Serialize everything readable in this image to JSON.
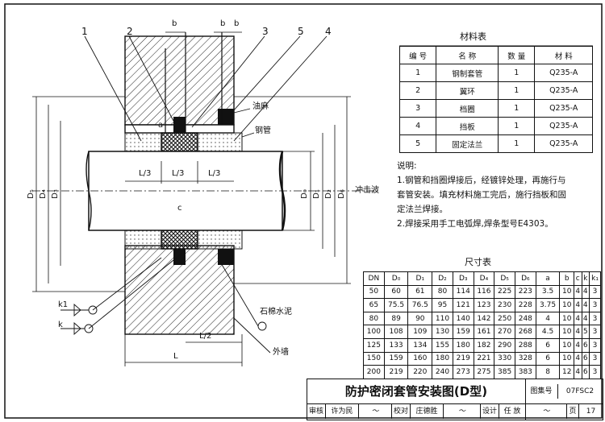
{
  "materials": {
    "title": "材料表",
    "headers": [
      "编 号",
      "名 称",
      "数 量",
      "材 料"
    ],
    "rows": [
      [
        "1",
        "钢制套管",
        "1",
        "Q235-A"
      ],
      [
        "2",
        "翼环",
        "1",
        "Q235-A"
      ],
      [
        "3",
        "档圈",
        "1",
        "Q235-A"
      ],
      [
        "4",
        "挡板",
        "1",
        "Q235-A"
      ],
      [
        "5",
        "固定法兰",
        "1",
        "Q235-A"
      ]
    ]
  },
  "notes": {
    "title": "说明:",
    "lines": [
      "1.钢管和挡圈焊接后，经镀锌处理，再施行与",
      "套管安装。填充材料施工完后，施行挡板和固",
      "定法兰焊接。",
      "2.焊接采用手工电弧焊,焊条型号E4303。"
    ]
  },
  "dimensions": {
    "title": "尺寸表",
    "headers": [
      "DN",
      "D₀",
      "D₁",
      "D₂",
      "D₃",
      "D₄",
      "D₅",
      "D₆",
      "a",
      "b",
      "c",
      "k",
      "k₁"
    ],
    "rows": [
      [
        "50",
        "60",
        "61",
        "80",
        "114",
        "116",
        "225",
        "223",
        "3.5",
        "10",
        "4",
        "4",
        "3"
      ],
      [
        "65",
        "75.5",
        "76.5",
        "95",
        "121",
        "123",
        "230",
        "228",
        "3.75",
        "10",
        "4",
        "4",
        "3"
      ],
      [
        "80",
        "89",
        "90",
        "110",
        "140",
        "142",
        "250",
        "248",
        "4",
        "10",
        "4",
        "4",
        "3"
      ],
      [
        "100",
        "108",
        "109",
        "130",
        "159",
        "161",
        "270",
        "268",
        "4.5",
        "10",
        "4",
        "5",
        "3"
      ],
      [
        "125",
        "133",
        "134",
        "155",
        "180",
        "182",
        "290",
        "288",
        "6",
        "10",
        "4",
        "6",
        "3"
      ],
      [
        "150",
        "159",
        "160",
        "180",
        "219",
        "221",
        "330",
        "328",
        "6",
        "10",
        "4",
        "6",
        "3"
      ],
      [
        "200",
        "219",
        "220",
        "240",
        "273",
        "275",
        "385",
        "383",
        "8",
        "12",
        "4",
        "6",
        "3"
      ]
    ]
  },
  "drawing": {
    "callouts": [
      "1",
      "2",
      "3",
      "5",
      "4"
    ],
    "labels": {
      "grease": "油麻",
      "steel_pipe": "钢管",
      "blast_wave": "冲击波",
      "asbestos_cement": "石棉水泥",
      "outer_wall": "外墙",
      "b1": "b",
      "b2": "b",
      "b3": "b",
      "a": "a",
      "c": "c",
      "L3a": "L/3",
      "L3b": "L/3",
      "L3c": "L/3",
      "L2": "L/2",
      "L": "L",
      "k1": "k1",
      "k": "k",
      "D0": "D₀",
      "D1": "D₁",
      "D2": "D₂",
      "D3": "D₃",
      "D4": "D₄",
      "D5": "D₅",
      "D6": "D₆"
    }
  },
  "title_block": {
    "title": "防护密闭套管安装图(D型)",
    "atlas_label": "图集号",
    "atlas_no": "07FSC2",
    "review": "审核",
    "reviewer": "许为民",
    "check": "校对",
    "checker": "庄德胜",
    "design": "设计",
    "designer": "任 放",
    "page_label": "页",
    "page_no": "17"
  }
}
